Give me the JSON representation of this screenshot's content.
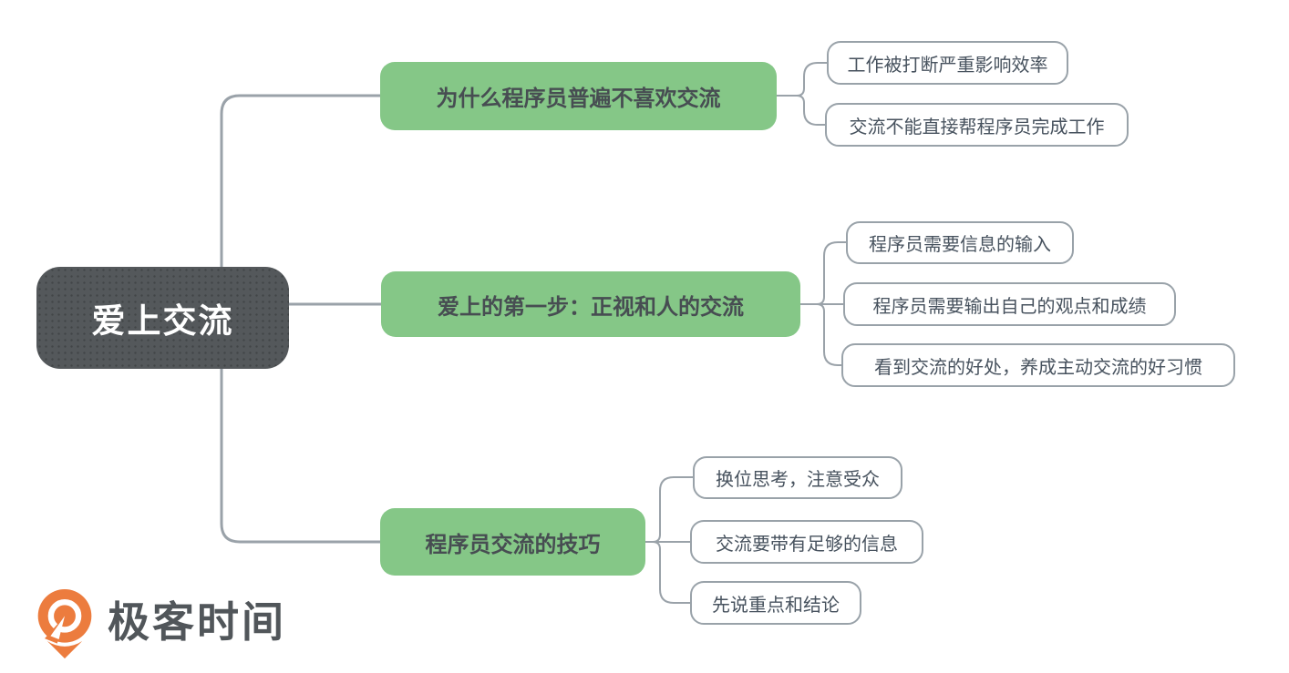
{
  "root": {
    "label": "爱上交流"
  },
  "branches": [
    {
      "label": "为什么程序员普遍不喜欢交流",
      "children": [
        "工作被打断严重影响效率",
        "交流不能直接帮程序员完成工作"
      ]
    },
    {
      "label": "爱上的第一步：正视和人的交流",
      "children": [
        "程序员需要信息的输入",
        "程序员需要输出自己的观点和成绩",
        "看到交流的好处，养成主动交流的好习惯"
      ]
    },
    {
      "label": "程序员交流的技巧",
      "children": [
        "换位思考，注意受众",
        "交流要带有足够的信息",
        "先说重点和结论"
      ]
    }
  ],
  "logo": {
    "brand": "极客时间"
  },
  "colors": {
    "root_background": "#54585b",
    "branch_green": "#85c787",
    "connector_gray": "#9aa2a9",
    "child_border_gray": "#99a2a9",
    "text_dark": "#474d52",
    "logo_orange": "#ec7c3e",
    "logo_text_gray": "#51565a"
  }
}
